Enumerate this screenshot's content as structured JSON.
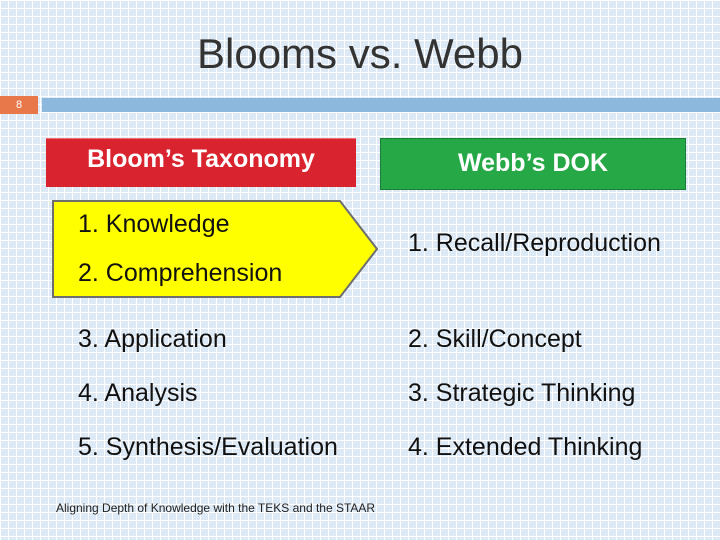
{
  "slide": {
    "title": "Blooms vs. Webb",
    "number": "8",
    "footer": "Aligning Depth of Knowledge with the TEKS and the STAAR"
  },
  "blooms": {
    "header": "Bloom’s Taxonomy",
    "items": [
      "1. Knowledge",
      "2. Comprehension",
      "3. Application",
      "4. Analysis",
      "5. Synthesis/Evaluation"
    ]
  },
  "webb": {
    "header": "Webb’s DOK",
    "items": [
      "1. Recall/Reproduction",
      "2. Skill/Concept",
      "3. Strategic Thinking",
      "4. Extended Thinking"
    ]
  },
  "colors": {
    "blooms_header": "#d9232e",
    "webb_header": "#25a845",
    "highlight": "#ffff00",
    "slide_number_box": "#e8784a",
    "title_rule": "#8bb8dc"
  }
}
